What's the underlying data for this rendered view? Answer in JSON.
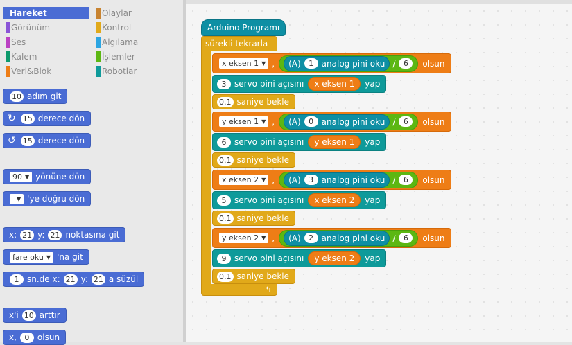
{
  "categories": {
    "left": [
      {
        "label": "Hareket",
        "color": "#4a6cd4",
        "active": true
      },
      {
        "label": "Görünüm",
        "color": "#8a55d7"
      },
      {
        "label": "Ses",
        "color": "#bb42c3"
      },
      {
        "label": "Kalem",
        "color": "#0e9a6c"
      },
      {
        "label": "Veri&Blok",
        "color": "#ee7d16"
      }
    ],
    "right": [
      {
        "label": "Olaylar",
        "color": "#c88330"
      },
      {
        "label": "Kontrol",
        "color": "#e1a91a"
      },
      {
        "label": "Algılama",
        "color": "#2ca5e2"
      },
      {
        "label": "İşlemler",
        "color": "#5cb712"
      },
      {
        "label": "Robotlar",
        "color": "#0e9a9a"
      }
    ]
  },
  "palette": {
    "move": {
      "value": "10",
      "text": "adım git"
    },
    "turn_right": {
      "value": "15",
      "text": "derece dön"
    },
    "turn_left": {
      "value": "15",
      "text": "derece dön"
    },
    "point_dir": {
      "value": "90",
      "text": "yönüne dön"
    },
    "point_towards": {
      "text": "'ye doğru dön"
    },
    "goto_xy": {
      "xlabel": "x:",
      "x": "21",
      "ylabel": "y:",
      "y": "21",
      "text": "noktasına git"
    },
    "goto_target": {
      "value": "fare oku",
      "text": "'na git"
    },
    "glide": {
      "secs": "1",
      "t1": "sn.de x:",
      "x": "21",
      "t2": "y:",
      "y": "21",
      "t3": "a süzül"
    },
    "change_x": {
      "t1": "x'i",
      "value": "10",
      "t2": "arttır"
    },
    "set_x": {
      "t1": "x,",
      "value": "0",
      "t2": "olsun"
    }
  },
  "script": {
    "hat": "Arduino Programı",
    "forever": "sürekli tekrarla",
    "loop_arrow": "↰",
    "a_label": "(A)",
    "analog_text": "analog pini oku",
    "div": "/",
    "divisor": "6",
    "set_suffix": "olsun",
    "servo_text": "servo pini açısını",
    "servo_suffix": "yap",
    "wait_value": "0.1",
    "wait_text": "saniye bekle",
    "groups": [
      {
        "var": "x eksen 1",
        "pin": "1",
        "servo": "3",
        "var2": "x eksen 1"
      },
      {
        "var": "y eksen 1",
        "pin": "0",
        "servo": "6",
        "var2": "y eksen 1"
      },
      {
        "var": "x eksen 2",
        "pin": "3",
        "servo": "5",
        "var2": "x eksen 2"
      },
      {
        "var": "y eksen 2",
        "pin": "2",
        "servo": "9",
        "var2": "y eksen 2"
      }
    ]
  }
}
